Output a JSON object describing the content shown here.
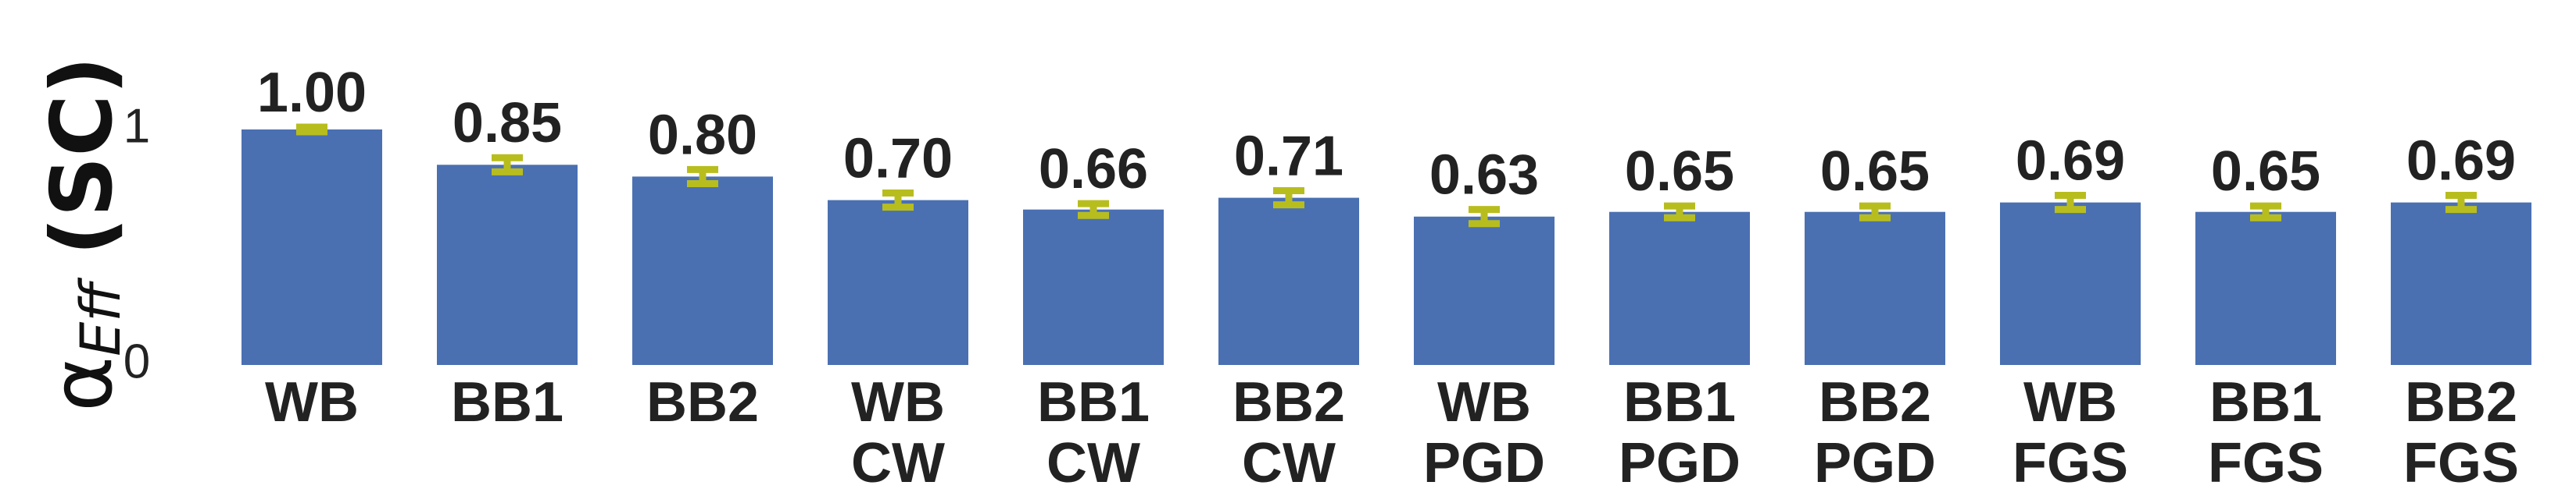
{
  "chart_data": {
    "type": "bar",
    "categories": [
      [
        "WB"
      ],
      [
        "BB1"
      ],
      [
        "BB2"
      ],
      [
        "WB",
        "CW"
      ],
      [
        "BB1",
        "CW"
      ],
      [
        "BB2",
        "CW"
      ],
      [
        "WB",
        "PGD"
      ],
      [
        "BB1",
        "PGD"
      ],
      [
        "BB2",
        "PGD"
      ],
      [
        "WB",
        "FGS"
      ],
      [
        "BB1",
        "FGS"
      ],
      [
        "BB2",
        "FGS"
      ]
    ],
    "values": [
      1.0,
      0.85,
      0.8,
      0.7,
      0.66,
      0.71,
      0.63,
      0.65,
      0.65,
      0.69,
      0.65,
      0.69
    ],
    "value_labels": [
      "1.00",
      "0.85",
      "0.80",
      "0.70",
      "0.66",
      "0.71",
      "0.63",
      "0.65",
      "0.65",
      "0.69",
      "0.65",
      "0.69"
    ],
    "errors": [
      0.01,
      0.03,
      0.03,
      0.03,
      0.025,
      0.03,
      0.03,
      0.025,
      0.025,
      0.03,
      0.025,
      0.03
    ],
    "ylabel": {
      "symbol": "α",
      "subscript": "Eff",
      "suffix": "(SC)"
    },
    "yticks": [
      0,
      1
    ],
    "ytick_labels": [
      "0",
      "1"
    ],
    "ylim": [
      0,
      1.3
    ],
    "colors": {
      "bar": "#4a70b2",
      "error": "#b8bd1e",
      "text": "#222222"
    },
    "grid": false,
    "legend": "none"
  }
}
